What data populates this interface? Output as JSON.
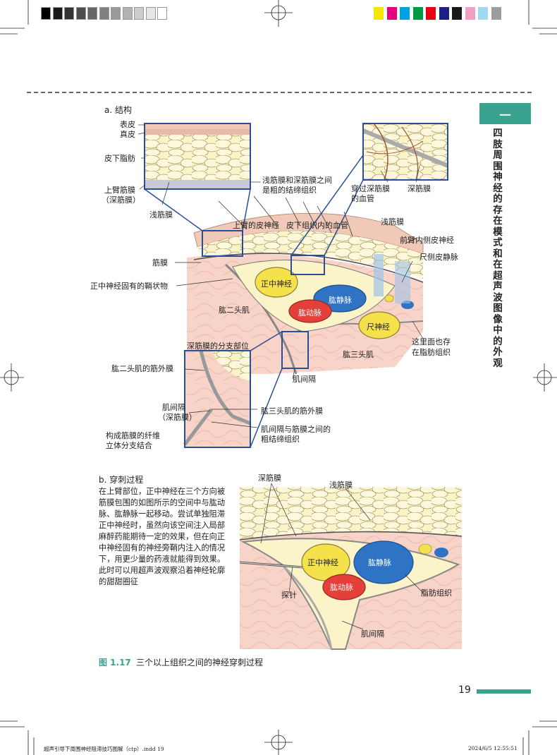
{
  "print_marks": {
    "gray_swatches": [
      "#000000",
      "#1a1a1a",
      "#333333",
      "#4d4d4d",
      "#666666",
      "#808080",
      "#999999",
      "#b3b3b3",
      "#cccccc",
      "#e6e6e6",
      "#ffffff"
    ],
    "color_swatches": [
      "#f5e600",
      "#e6007e",
      "#00a0e9",
      "#009944",
      "#e60012",
      "#1d2088",
      "#1a1a1a",
      "#f19ec2",
      "#a0d8ef",
      "#9d9d9d"
    ]
  },
  "side_tab": {
    "number": "一",
    "chapter_title": "四肢周围神经的存在模式和在超声波图像中的外观",
    "color": "#3aa38f"
  },
  "figure_a": {
    "title": "a. 结构",
    "labels": {
      "epidermis": "表皮",
      "dermis": "真皮",
      "subcutaneous_fat": "皮下脂肪",
      "upper_arm_fascia": "上臂筋膜",
      "deep_fascia_paren": "（深筋膜）",
      "superficial_fascia_left": "浅筋膜",
      "coarse_tissue": "浅筋膜和深筋膜之间",
      "coarse_tissue2": "是粗的结缔组织",
      "perforating_vessel": "穿过深筋膜",
      "perforating_vessel2": "的血管",
      "deep_fascia_top": "深筋膜",
      "cutaneous_nerve": "上臂的皮神经",
      "subcutaneous_vessel": "皮下组织内的血管",
      "superficial_fascia_right": "浅筋膜",
      "medial_cutaneous": "前臂内侧皮神经",
      "basilic_vein": "尺侧皮静脉",
      "fascia": "筋膜",
      "median_sheath": "正中神经固有的鞘状物",
      "median_nerve": "正中神经",
      "brachial_vein": "肱静脉",
      "brachial_artery": "肱动脉",
      "ulnar_nerve": "尺神经",
      "biceps": "肱二头肌",
      "triceps": "肱三头肌",
      "fat_here": "这里面也存",
      "fat_here2": "在脂肪组织",
      "branch_site": "深筋膜的分支部位",
      "biceps_epimysium": "肱二头肌的筋外膜",
      "intermuscular": "肌间隔",
      "intermuscular_deep": "肌间隔",
      "intermuscular_deep2": "（深筋膜）",
      "triceps_epimysium": "肱三头肌的筋外膜",
      "fiber_3d": "构成筋膜的纤维",
      "fiber_3d2": "立体分支结合",
      "coarse_between": "肌间隔与筋膜之间的",
      "coarse_between2": "粗结缔组织"
    }
  },
  "figure_b": {
    "title": "b. 穿刺过程",
    "paragraph": "在上臂部位，正中神经在三个方向被筋膜包围的如图所示的空间中与肱动脉、肱静脉一起移动。尝试单独阻滞正中神经时，虽然向该空间注入局部麻醉药能期待一定的效果，但在向正中神经固有的神经旁鞘内注入的情况下，用更少量的药液就能得到效果。此时可以用超声波观察沿着神经轮廓的甜甜圈征",
    "labels": {
      "deep_fascia": "深筋膜",
      "superficial_fascia": "浅筋膜",
      "median_nerve": "正中神经",
      "brachial_vein": "肱静脉",
      "brachial_artery": "肱动脉",
      "needle": "探针",
      "fat": "脂肪组织",
      "intermuscular": "肌间隔"
    }
  },
  "caption": {
    "number": "图 1.17",
    "text": "三个以上组织之间的神经穿刺过程"
  },
  "page_number": "19",
  "footer": {
    "file": "超声引导下周围神经阻滞技巧图解（ctp）.indd   19",
    "timestamp": "2024/6/5   12:55:51"
  }
}
